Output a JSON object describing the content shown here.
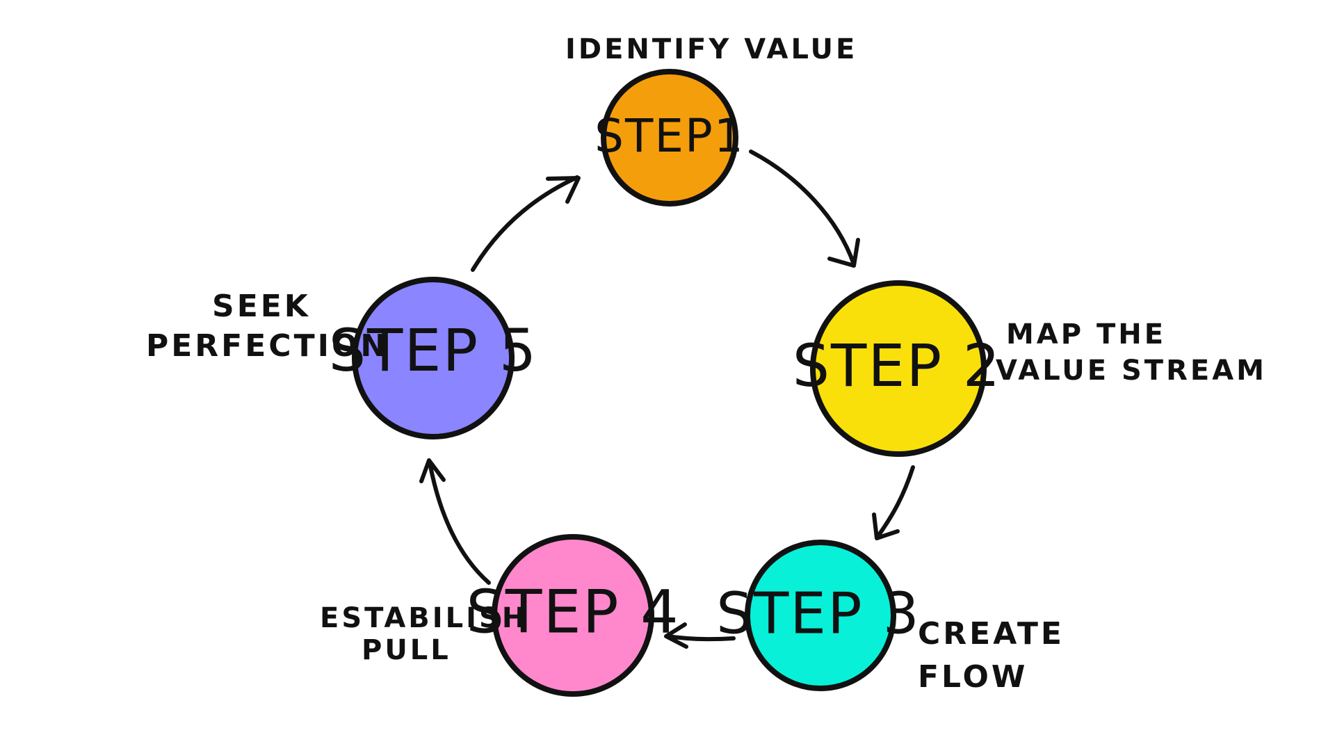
{
  "steps": [
    {
      "label": "STEP1",
      "color": "#F59E0B",
      "caption": [
        "IDENTIFY VALUE"
      ]
    },
    {
      "label": "STEP 2",
      "color": "#FAE00A",
      "caption": [
        "MAP THE",
        "VALUE STREAM"
      ]
    },
    {
      "label": "STEP 3",
      "color": "#08F0D8",
      "caption": [
        "CREATE",
        "FLOW"
      ]
    },
    {
      "label": "STEP 4",
      "color": "#FF88CC",
      "caption": [
        "ESTABILISH",
        "PULL"
      ]
    },
    {
      "label": "STEP 5",
      "color": "#8B85FF",
      "caption": [
        "SEEK",
        "PERFECTION"
      ]
    }
  ]
}
